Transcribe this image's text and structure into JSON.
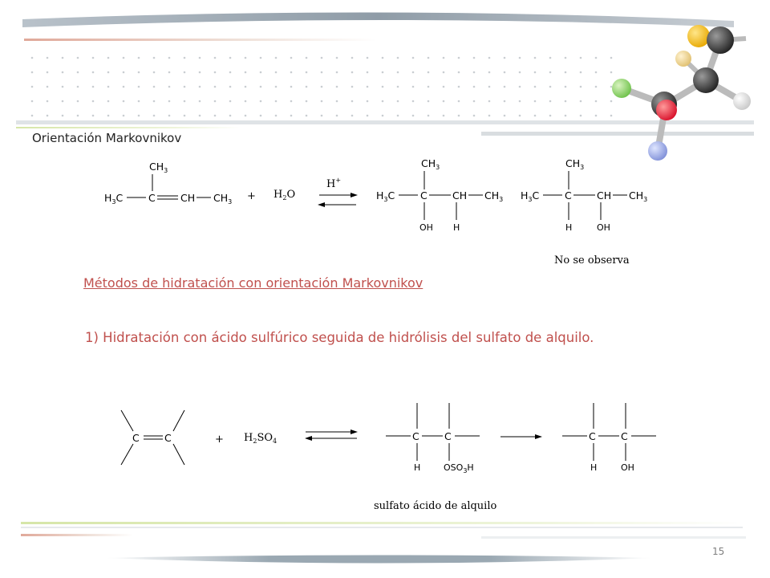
{
  "slide": {
    "title": "Orientación Markovnikov",
    "section_link": "Métodos de hidratación con orientación Markovnikov",
    "step_1": "1) Hidratación con ácido sulfúrico seguida de hidrólisis del sulfato de alquilo.",
    "page_number": "15"
  },
  "reaction_1": {
    "reactant": {
      "top": "CH",
      "top_sub": "3",
      "left": "H",
      "left_sub": "3",
      "left_tail": "C",
      "c1": "C",
      "c2": "CH",
      "right": "CH",
      "right_sub": "3"
    },
    "plus": "+",
    "reagent": {
      "h": "H",
      "sub": "2",
      "o": "O"
    },
    "catalyst": {
      "h": "H",
      "charge": "+"
    },
    "product_a": {
      "top": "CH",
      "top_sub": "3",
      "left": "H",
      "left_sub": "3",
      "left_tail": "C",
      "c1": "C",
      "c2": "CH",
      "right": "CH",
      "right_sub": "3",
      "below_c1": "OH",
      "below_c2": "H"
    },
    "product_b": {
      "top": "CH",
      "top_sub": "3",
      "left": "H",
      "left_sub": "3",
      "left_tail": "C",
      "c1": "C",
      "c2": "CH",
      "right": "CH",
      "right_sub": "3",
      "below_c1": "H",
      "below_c2": "OH",
      "caption": "No se observa"
    }
  },
  "reaction_2": {
    "alkene": {
      "c1": "C",
      "c2": "C"
    },
    "plus": "+",
    "reagent": {
      "h": "H",
      "sub1": "2",
      "so": "SO",
      "sub2": "4"
    },
    "intermediate": {
      "c1": "C",
      "c2": "C",
      "below_c1": "H",
      "below_c2_a": "OSO",
      "below_c2_sub": "3",
      "below_c2_b": "H",
      "caption": "sulfato ácido de alquilo"
    },
    "product": {
      "c1": "C",
      "c2": "C",
      "below_c1": "H",
      "below_c2": "OH"
    }
  },
  "colors": {
    "accent_red": "#c0504d",
    "gray_text": "#7f7f7f",
    "band_gray": "#8a9aa6"
  },
  "icons": [
    "molecule-model-icon"
  ]
}
